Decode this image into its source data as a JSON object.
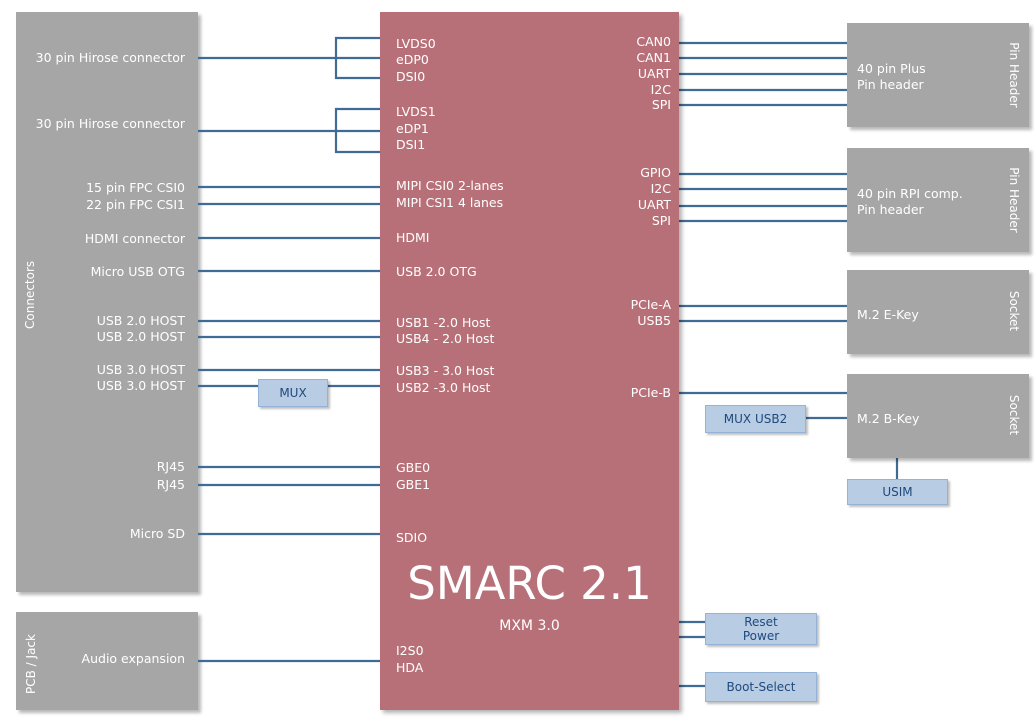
{
  "left_panel": {
    "title": "Connectors",
    "labels": {
      "hirose0": "30 pin Hirose connector",
      "hirose1": "30 pin Hirose connector",
      "fpc_csi0": "15 pin FPC CSI0",
      "fpc_csi1": "22 pin FPC CSI1",
      "hdmi": "HDMI connector",
      "micro_usb": "Micro USB OTG",
      "usb2_host_a": "USB 2.0 HOST",
      "usb2_host_b": "USB 2.0 HOST",
      "usb3_host_a": "USB 3.0 HOST",
      "usb3_host_b": "USB 3.0 HOST",
      "rj45_a": "RJ45",
      "rj45_b": "RJ45",
      "micro_sd": "Micro SD"
    }
  },
  "audio_panel": {
    "title": "PCB / Jack",
    "label": "Audio expansion"
  },
  "mux_left": "MUX",
  "module": {
    "title": "SMARC 2.1",
    "subtitle": "MXM 3.0",
    "left_signals": {
      "lvds0": "LVDS0",
      "edp0": "eDP0",
      "dsi0": "DSI0",
      "lvds1": "LVDS1",
      "edp1": "eDP1",
      "dsi1": "DSI1",
      "csi0": "MIPI CSI0 2-lanes",
      "csi1": "MIPI CSI1 4 lanes",
      "hdmi": "HDMI",
      "otg": "USB 2.0 OTG",
      "usb1": "USB1 -2.0 Host",
      "usb4": "USB4 - 2.0 Host",
      "usb3": "USB3 - 3.0 Host",
      "usb2": "USB2  -3.0 Host",
      "gbe0": "GBE0",
      "gbe1": "GBE1",
      "sdio": "SDIO",
      "i2s0": "I2S0",
      "hda": "HDA"
    },
    "right_signals": {
      "can0": "CAN0",
      "can1": "CAN1",
      "uart1": "UART",
      "i2c1": "I2C",
      "spi1": "SPI",
      "gpio": "GPIO",
      "i2c2": "I2C",
      "uart2": "UART",
      "spi2": "SPI",
      "pcie_a": "PCIe-A",
      "usb5": "USB5",
      "pcie_b": "PCIe-B"
    }
  },
  "right_boxes": {
    "plus_header": {
      "line1": "40 pin Plus",
      "line2": "Pin header",
      "side": "Pin Header"
    },
    "rpi_header": {
      "line1": "40 pin RPI comp.",
      "line2": "Pin header",
      "side": "Pin Header"
    },
    "m2_ekey": {
      "label": "M.2 E-Key",
      "side": "Socket"
    },
    "m2_bkey": {
      "label": "M.2 B-Key",
      "side": "Socket"
    }
  },
  "mux_usb2": "MUX USB2",
  "usim": "USIM",
  "reset_power": {
    "line1": "Reset",
    "line2": "Power"
  },
  "boot_select": "Boot-Select",
  "colors": {
    "module": "#b87078",
    "panel": "#a6a6a6",
    "wire": "#3f6b94",
    "blue_box": "#b8cce4"
  }
}
